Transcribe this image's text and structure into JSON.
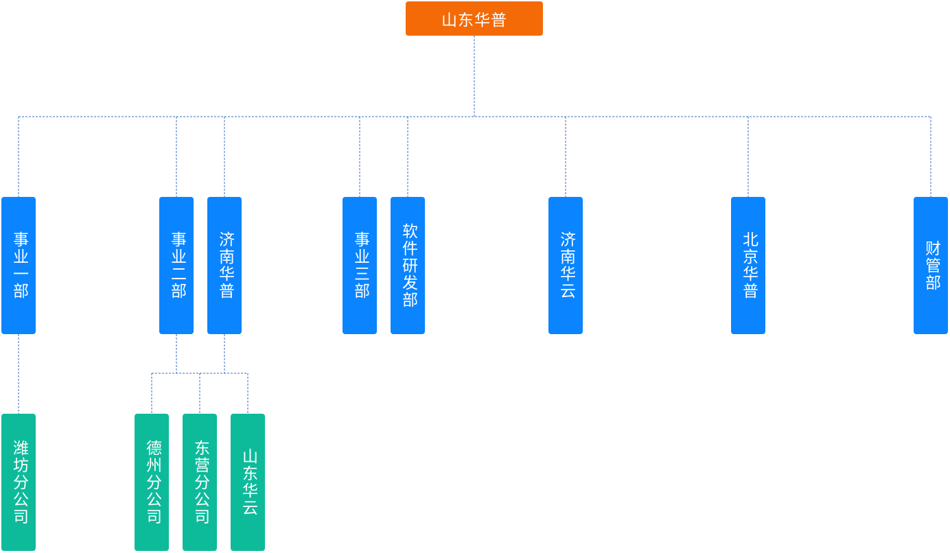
{
  "org_chart": {
    "root": {
      "label": "山东华普",
      "color": "#f46a06"
    },
    "departments": [
      {
        "id": "a",
        "label": "事业一部"
      },
      {
        "id": "b",
        "label": "事业二部"
      },
      {
        "id": "c",
        "label": "济南华普"
      },
      {
        "id": "d",
        "label": "事业三部"
      },
      {
        "id": "e",
        "label": "软件研发部"
      },
      {
        "id": "f",
        "label": "济南华云"
      },
      {
        "id": "g",
        "label": "北京华普"
      },
      {
        "id": "h",
        "label": "财管部"
      }
    ],
    "department_color": "#0a84ff",
    "branches": [
      {
        "id": "s1",
        "label": "潍坊分公司",
        "parent": "事业一部"
      },
      {
        "id": "s2",
        "label": "德州分公司",
        "parent": "事业二部 / 济南华普"
      },
      {
        "id": "s3",
        "label": "东营分公司",
        "parent": "事业二部 / 济南华普"
      },
      {
        "id": "s4",
        "label": "山东华云",
        "parent": "事业二部 / 济南华普"
      }
    ],
    "branch_color": "#0dbb9b",
    "connector_color": "#3a6bbd"
  }
}
